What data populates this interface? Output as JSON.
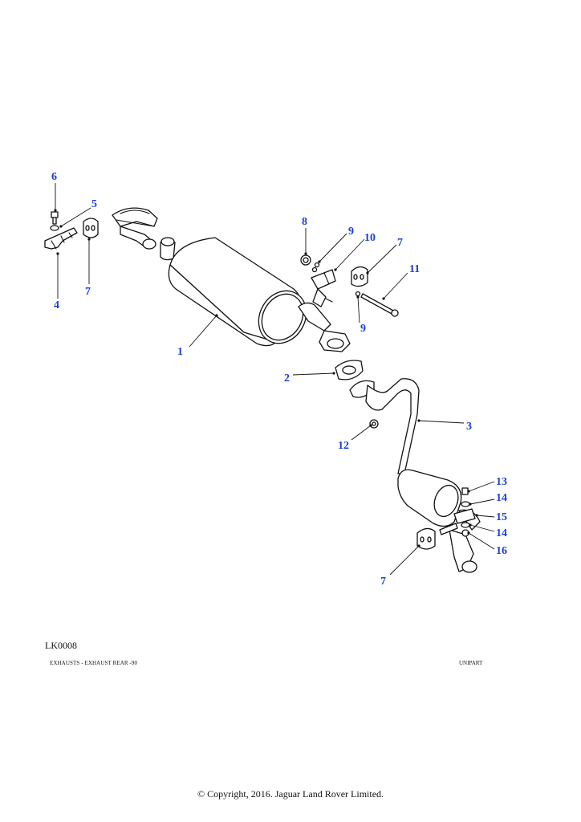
{
  "diagram": {
    "reference_code": "LK0008",
    "footer_left": "EXHAUSTS - EXHAUST REAR -90",
    "footer_right": "UNIPART",
    "copyright": "© Copyright, 2016. Jaguar Land Rover Limited.",
    "callout_color": "#1a3fd6",
    "callouts": {
      "c1": "1",
      "c2": "2",
      "c3": "3",
      "c4": "4",
      "c5": "5",
      "c6": "6",
      "c7a": "7",
      "c7b": "7",
      "c7c": "7",
      "c8": "8",
      "c9a": "9",
      "c9b": "9",
      "c10": "10",
      "c11": "11",
      "c12": "12",
      "c13": "13",
      "c14a": "14",
      "c14b": "14",
      "c15": "15",
      "c16": "16"
    }
  }
}
